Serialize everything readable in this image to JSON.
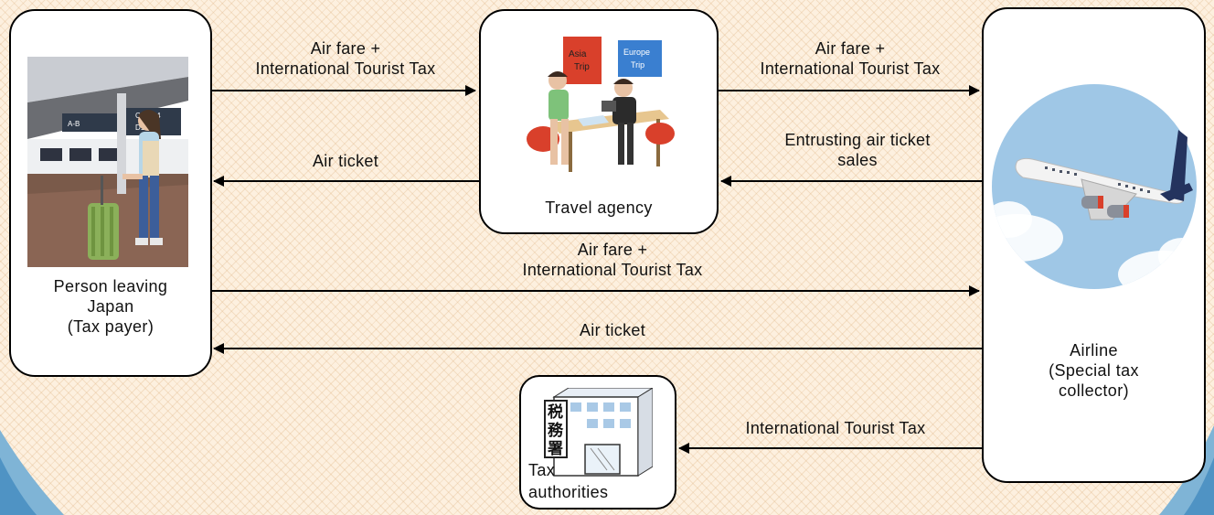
{
  "nodes": {
    "person": {
      "label_lines": [
        "Person leaving",
        "Japan",
        "(Tax payer)"
      ]
    },
    "agency": {
      "label": "Travel agency",
      "poster_left": [
        "Asia",
        "Trip"
      ],
      "poster_right": [
        "Europe",
        "Trip"
      ]
    },
    "airline": {
      "label_lines": [
        "Airline",
        "(Special tax",
        "collector)"
      ]
    },
    "tax": {
      "label_lines": [
        "Tax",
        "authorities"
      ],
      "kanji": [
        "税",
        "務",
        "署"
      ]
    }
  },
  "airport_signs": {
    "left": [
      "A-B"
    ],
    "right": [
      "C1-C14",
      "D1-D6"
    ]
  },
  "flows": {
    "person_to_agency": [
      "Air fare +",
      "International Tourist Tax"
    ],
    "agency_to_person": [
      "Air ticket"
    ],
    "agency_to_airline": [
      "Air fare +",
      "International Tourist Tax"
    ],
    "airline_to_agency": [
      "Entrusting air ticket",
      "sales"
    ],
    "person_to_airline": [
      "Air fare +",
      "International Tourist Tax"
    ],
    "airline_to_person": [
      "Air ticket"
    ],
    "airline_to_tax": [
      "International Tourist Tax"
    ]
  }
}
